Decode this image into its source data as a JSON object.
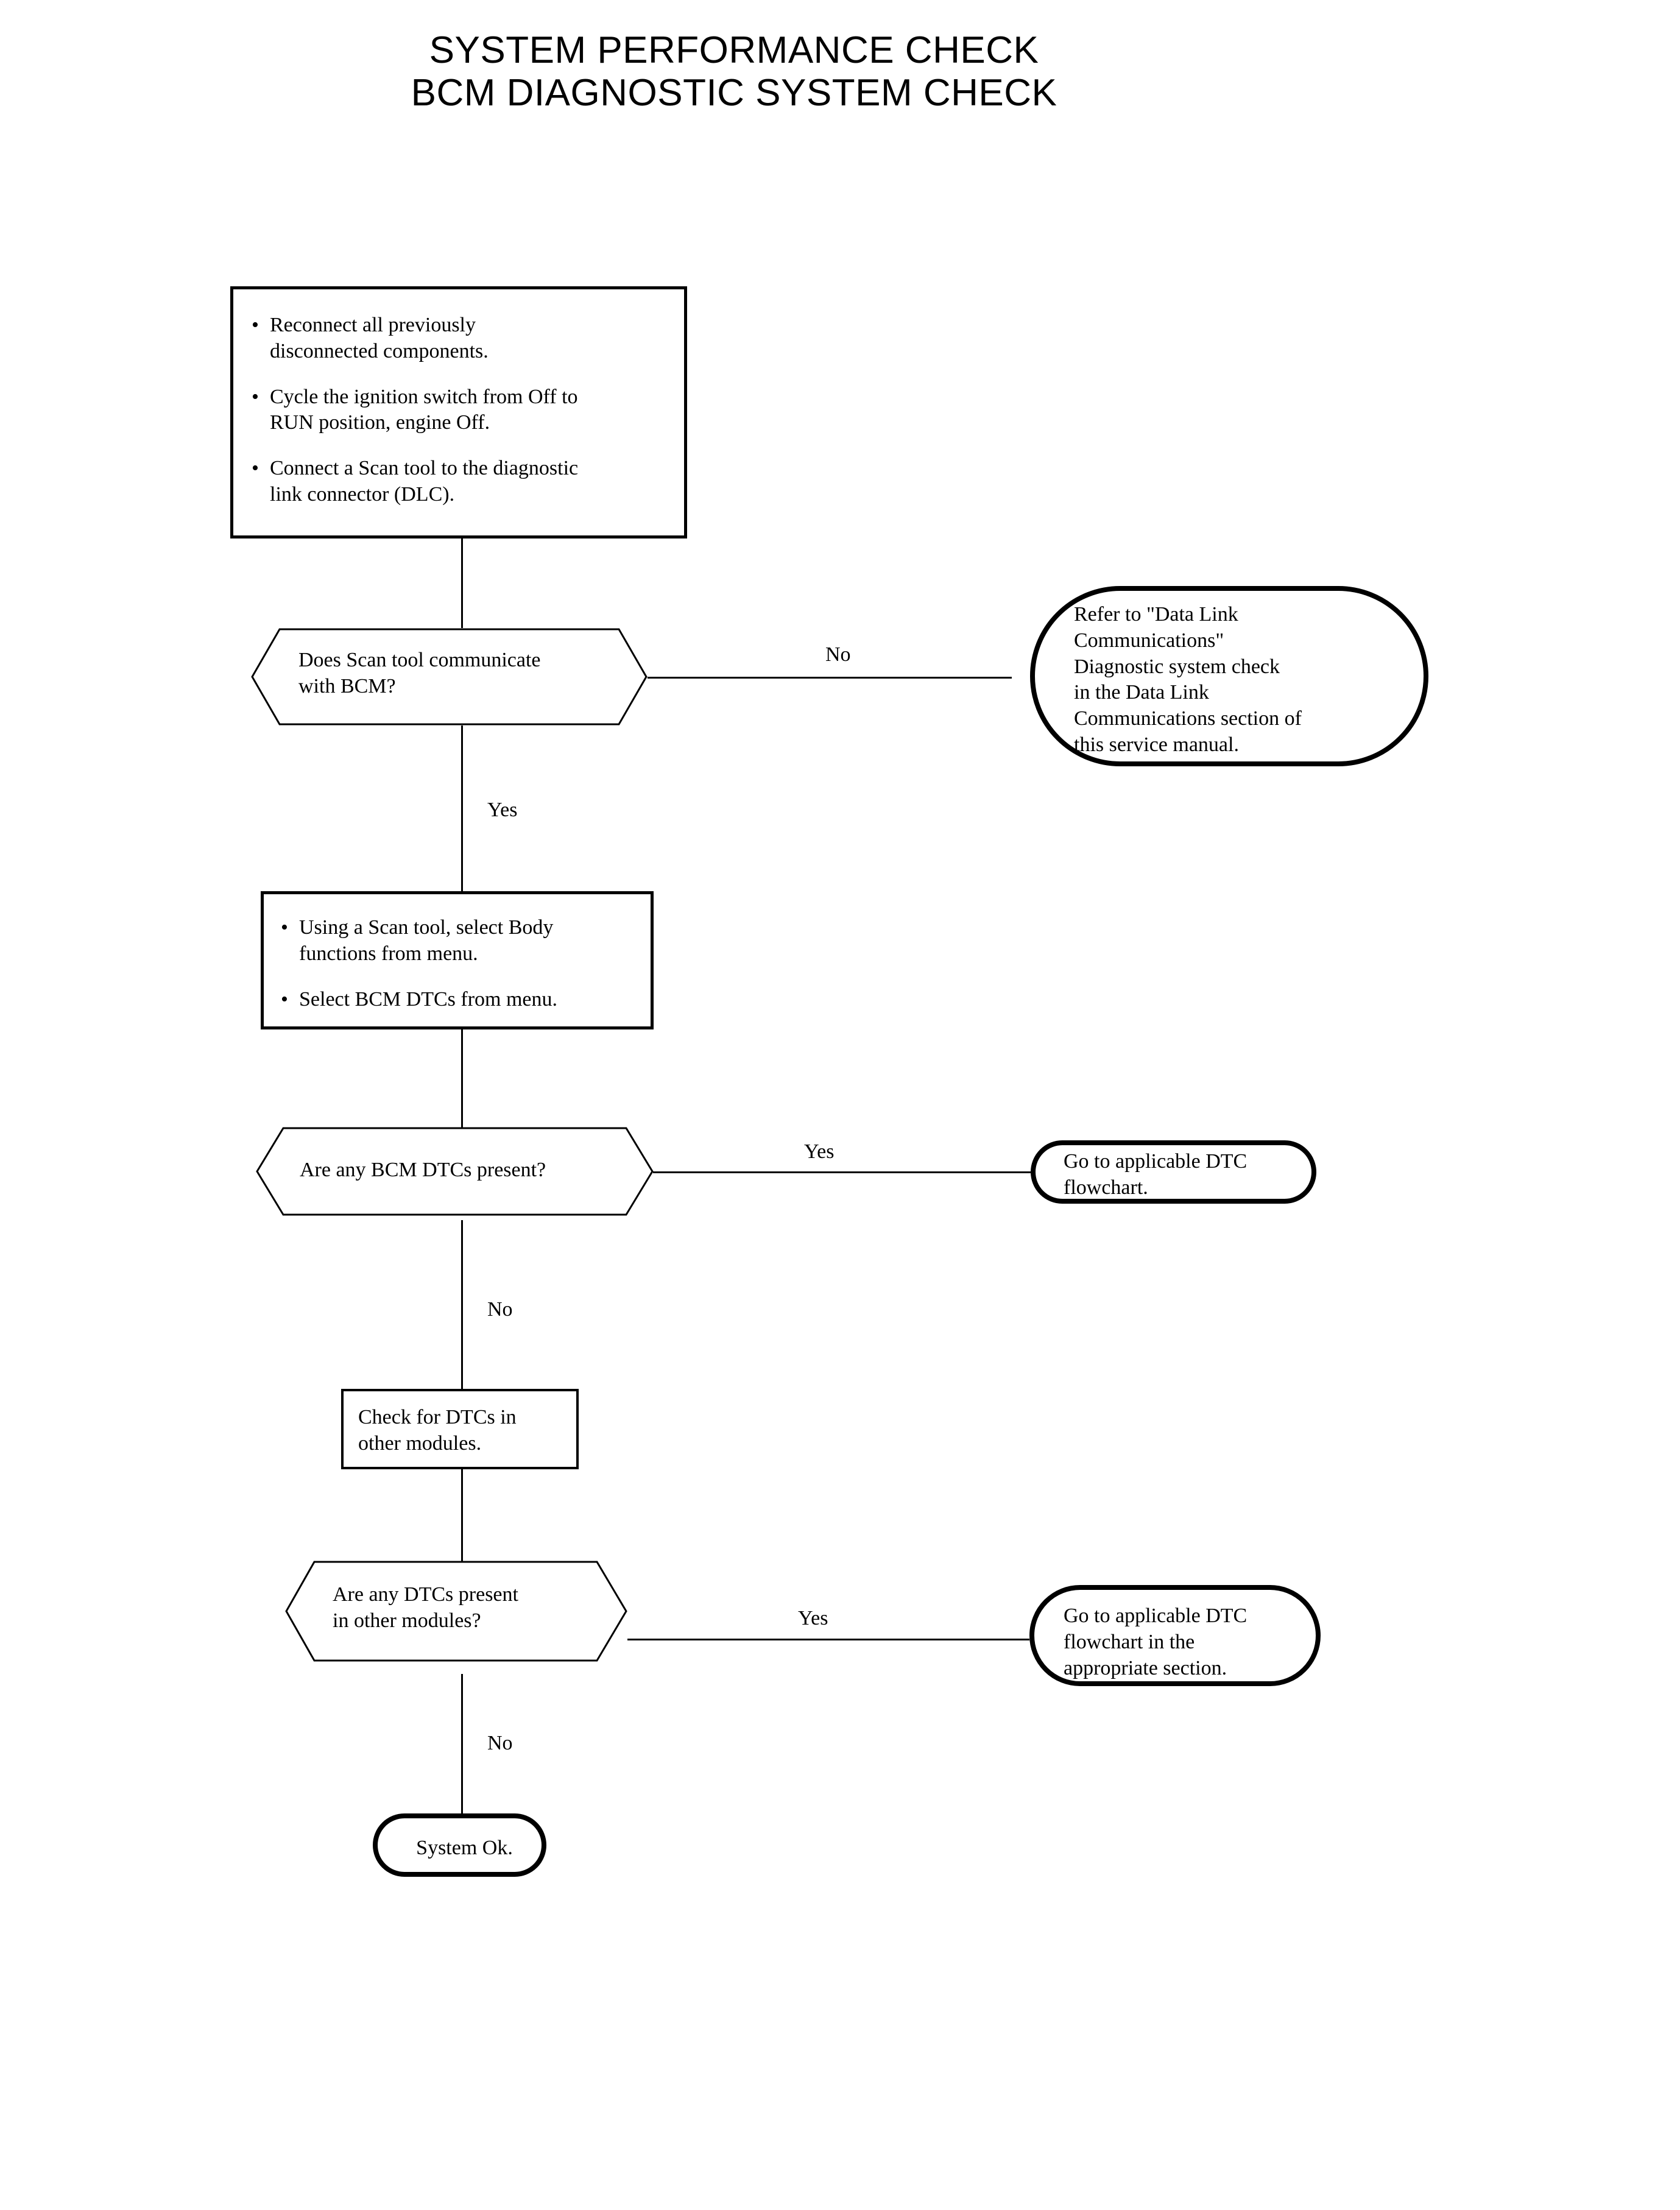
{
  "page": {
    "background": "#ffffff",
    "ink": "#000000"
  },
  "title": {
    "line1": "SYSTEM PERFORMANCE CHECK",
    "line2": "BCM DIAGNOSTIC SYSTEM CHECK"
  },
  "nodes": {
    "step1": {
      "type": "process",
      "bullets": [
        "Reconnect all previously\ndisconnected components.",
        "Cycle the ignition switch from Off to\nRUN position, engine Off.",
        "Connect a Scan tool to the diagnostic\nlink connector (DLC)."
      ],
      "bullet_glyph": "•"
    },
    "decision1": {
      "type": "decision",
      "text": "Does Scan tool communicate\nwith BCM?"
    },
    "ref1": {
      "type": "terminal",
      "text": "Refer to \"Data Link\nCommunications\"\nDiagnostic system check\nin the Data Link\nCommunications section of\nthis service manual."
    },
    "step2": {
      "type": "process",
      "bullets": [
        "Using a Scan tool, select Body\nfunctions from menu.",
        "Select BCM DTCs from menu."
      ],
      "bullet_glyph": "•"
    },
    "decision2": {
      "type": "decision",
      "text": "Are any BCM DTCs  present?"
    },
    "ref2": {
      "type": "terminal",
      "text": "Go to applicable DTC\nflowchart."
    },
    "step3": {
      "type": "process",
      "text": "Check for DTCs in\nother modules."
    },
    "decision3": {
      "type": "decision",
      "text": "Are any DTCs present\nin other modules?"
    },
    "ref3": {
      "type": "terminal",
      "text": "Go to applicable DTC\nflowchart in the\nappropriate section."
    },
    "end": {
      "type": "terminal",
      "text": "System Ok."
    }
  },
  "branches": {
    "d1_no": "No",
    "d1_yes": "Yes",
    "d2_yes": "Yes",
    "d2_no": "No",
    "d3_yes": "Yes",
    "d3_no": "No"
  }
}
